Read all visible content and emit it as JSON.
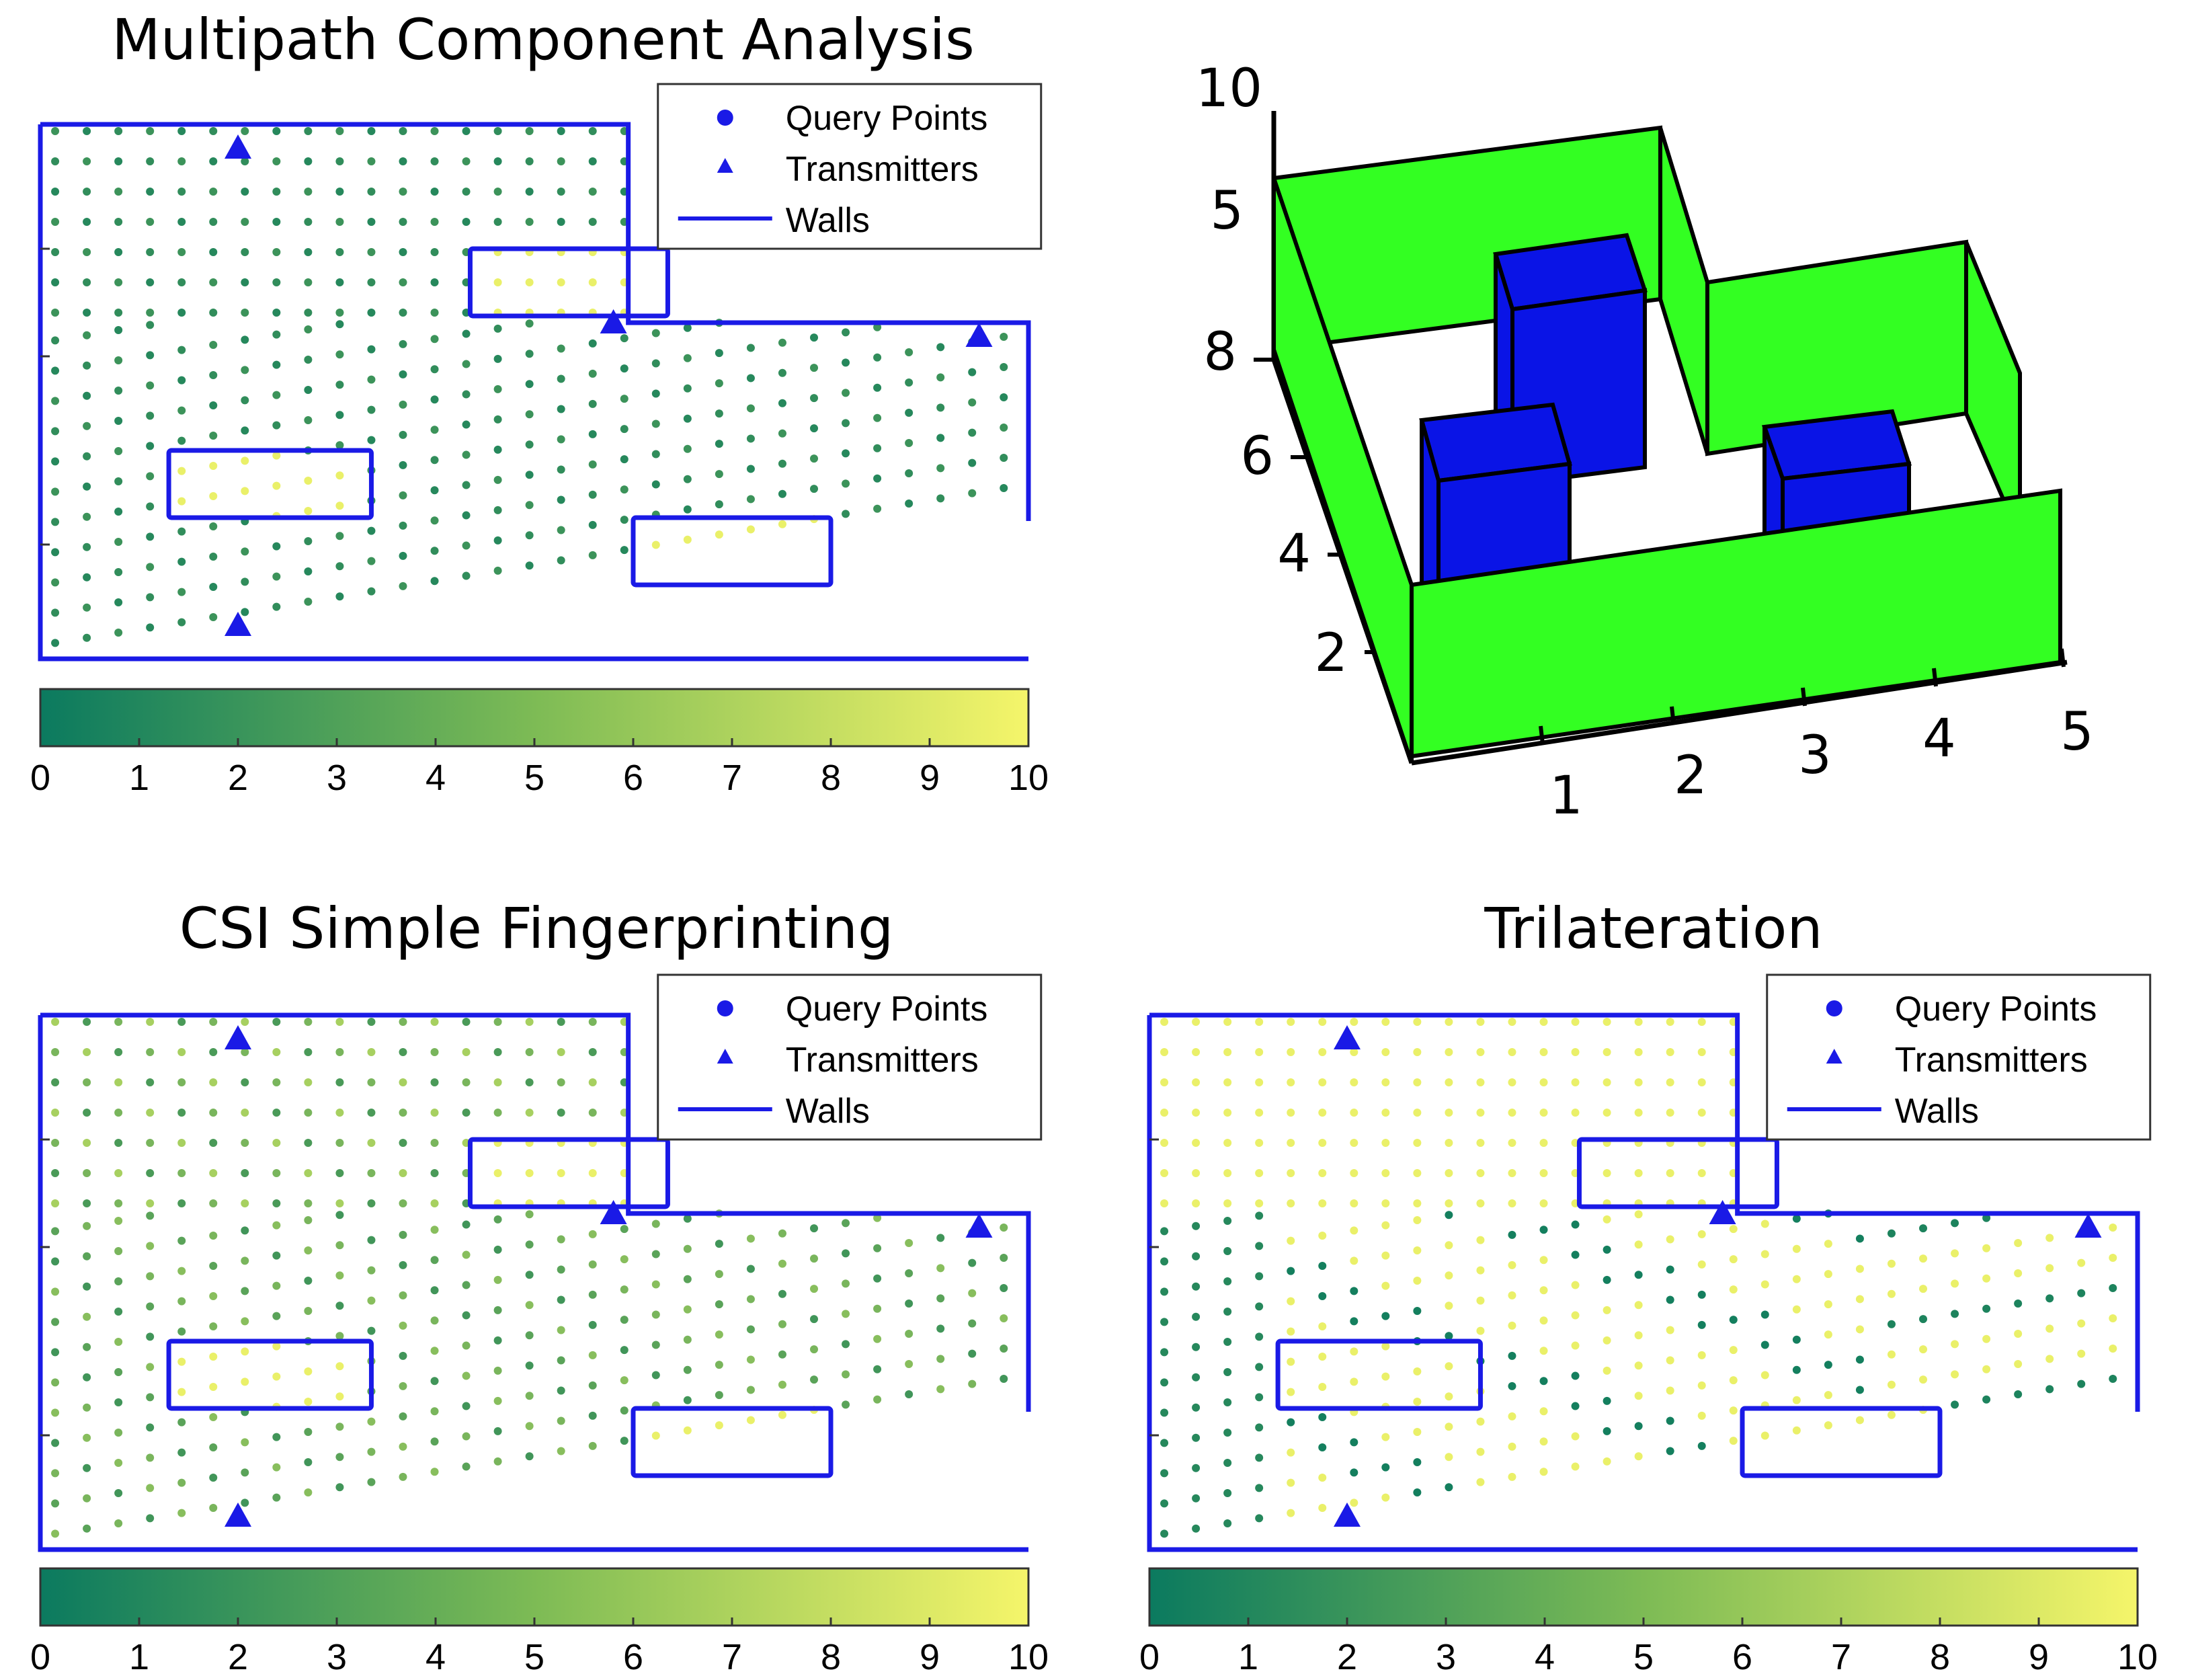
{
  "chart_data": [
    {
      "type": "scatter",
      "title": "Multipath Component Analysis",
      "legend": [
        "Query Points",
        "Transmitters",
        "Walls"
      ],
      "colorbar": {
        "min": 0,
        "max": 10,
        "ticks": [
          "0",
          "1",
          "2",
          "3",
          "4",
          "5",
          "6",
          "7",
          "8",
          "9",
          "10"
        ],
        "colors": [
          "#0b7a5f",
          "#f5f56a"
        ]
      },
      "transmitters": [
        [
          2.0,
          7.6
        ],
        [
          5.8,
          5.0
        ],
        [
          9.5,
          4.8
        ],
        [
          2.0,
          0.5
        ]
      ],
      "pattern": "uniform-low-error"
    },
    {
      "type": "scatter",
      "title": "CSI Simple Fingerprinting",
      "legend": [
        "Query Points",
        "Transmitters",
        "Walls"
      ],
      "colorbar": {
        "min": 0,
        "max": 10,
        "ticks": [
          "0",
          "1",
          "2",
          "3",
          "4",
          "5",
          "6",
          "7",
          "8",
          "9",
          "10"
        ],
        "colors": [
          "#0b7a5f",
          "#f5f56a"
        ]
      },
      "transmitters": [
        [
          2.0,
          7.6
        ],
        [
          5.8,
          5.0
        ],
        [
          9.5,
          4.8
        ],
        [
          2.0,
          0.5
        ]
      ],
      "pattern": "mixed-error"
    },
    {
      "type": "scatter",
      "title": "Trilateration",
      "legend": [
        "Query Points",
        "Transmitters",
        "Walls"
      ],
      "colorbar": {
        "min": 0,
        "max": 10,
        "ticks": [
          "0",
          "1",
          "2",
          "3",
          "4",
          "5",
          "6",
          "7",
          "8",
          "9",
          "10"
        ],
        "colors": [
          "#0b7a5f",
          "#f5f56a"
        ]
      },
      "transmitters": [
        [
          2.0,
          7.6
        ],
        [
          5.8,
          5.0
        ],
        [
          9.5,
          4.8
        ],
        [
          2.0,
          0.5
        ]
      ],
      "pattern": "banded-high-error"
    },
    {
      "type": "3d-floorplan",
      "z_ticks": [
        "10",
        "5"
      ],
      "y_ticks": [
        "8",
        "6",
        "4",
        "2"
      ],
      "x_ticks": [
        "1",
        "2",
        "3",
        "4",
        "5"
      ],
      "wall_color": "#33ff22",
      "obstacle_color": "#0a14e6"
    }
  ],
  "colors": {
    "wall": "#1a1ae6",
    "marker": "#1a1ae6"
  }
}
